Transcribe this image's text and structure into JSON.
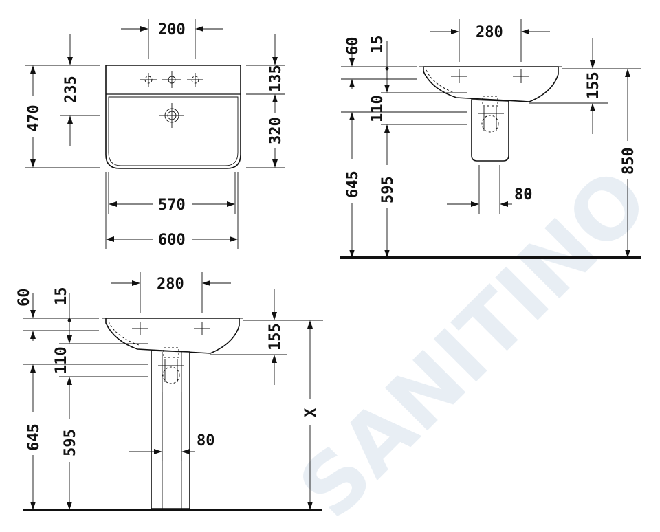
{
  "watermark": "SANITINO",
  "front_view": {
    "top_spacing": "200",
    "upper_height": "235",
    "total_height": "470",
    "right_upper": "135",
    "right_lower": "320",
    "inner_width": "570",
    "outer_width": "600"
  },
  "side_view_wall": {
    "depth": "280",
    "left_top": "60",
    "left_small": "15",
    "left_mid": "110",
    "right_depth": "155",
    "height_645": "645",
    "height_595": "595",
    "pedestal_width": "80",
    "total_height": "850"
  },
  "side_view_pedestal": {
    "depth": "280",
    "left_top": "60",
    "left_small": "15",
    "left_mid": "110",
    "right_depth": "155",
    "height_645": "645",
    "height_595": "595",
    "pedestal_width": "80",
    "variable_height": "X"
  }
}
